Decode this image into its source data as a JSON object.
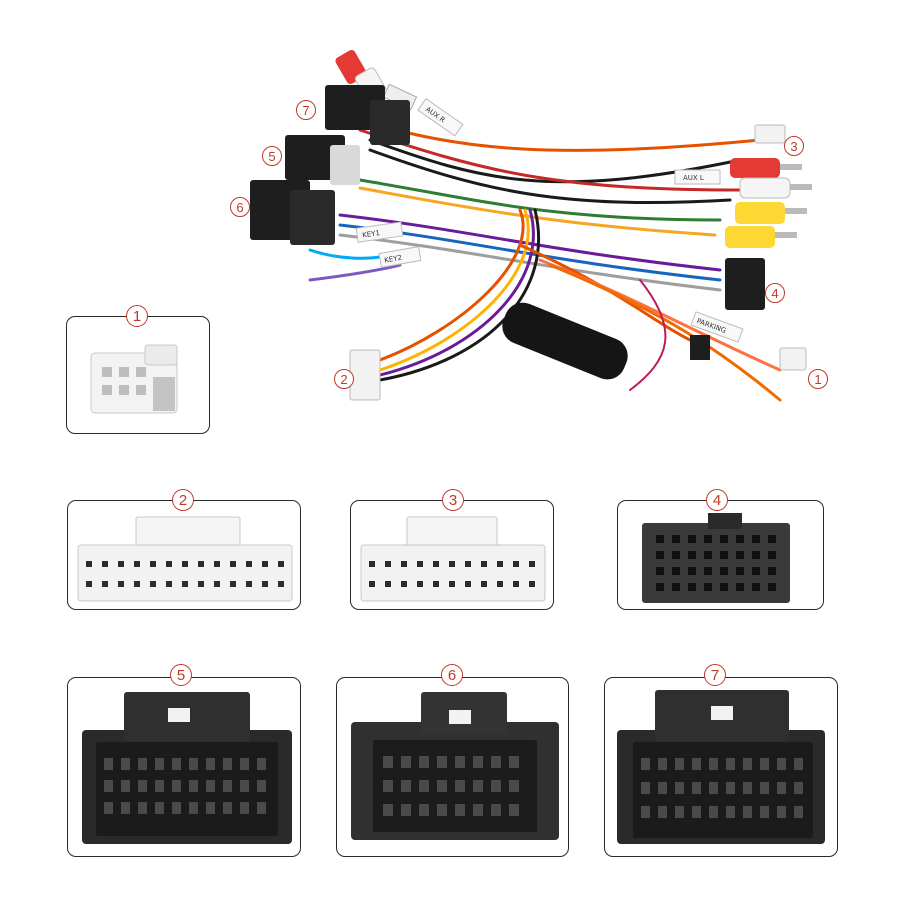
{
  "photo": {
    "callouts": [
      "7",
      "5",
      "6",
      "3",
      "4",
      "2",
      "1"
    ],
    "wire_labels": [
      "KEY1",
      "PARKING",
      "AUX L",
      "AUX R",
      "KEY2"
    ]
  },
  "panels": [
    {
      "number": "1"
    },
    {
      "number": "2"
    },
    {
      "number": "3"
    },
    {
      "number": "4"
    },
    {
      "number": "5"
    },
    {
      "number": "6"
    },
    {
      "number": "7"
    }
  ],
  "colors": {
    "badge": "#c0392b",
    "frame": "#2a2a2a",
    "white_plug": "#f2f2f2",
    "black_plug": "#222222"
  }
}
